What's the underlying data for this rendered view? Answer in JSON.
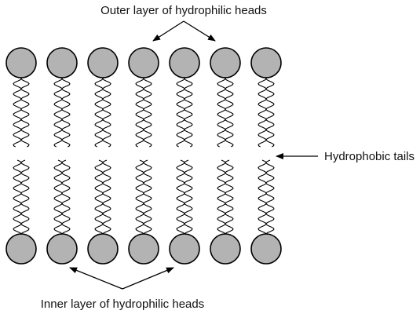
{
  "diagram": {
    "title_outer": "Outer layer of hydrophilic heads",
    "title_inner": "Inner layer of hydrophilic heads",
    "label_tails": "Hydrophobic tails",
    "head_count_per_layer": 7,
    "colors": {
      "head_fill": "#b3b3b3",
      "stroke": "#000000"
    }
  }
}
